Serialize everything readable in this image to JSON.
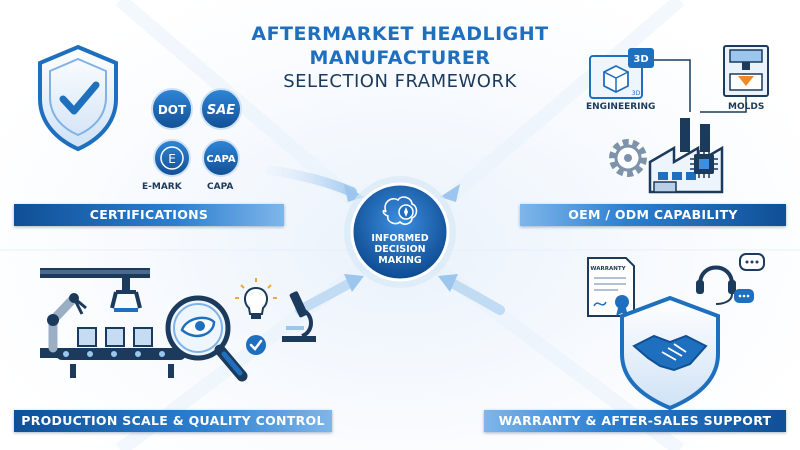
{
  "title": {
    "line1": "AFTERMARKET HEADLIGHT",
    "line2": "MANUFACTURER",
    "line3": "SELECTION FRAMEWORK"
  },
  "center": {
    "line1": "INFORMED",
    "line2": "DECISION",
    "line3": "MAKING"
  },
  "sections": {
    "certifications": {
      "banner": "CERTIFICATIONS",
      "badges": {
        "dot": "DOT",
        "sae": "SAE",
        "emark_symbol": "E",
        "capa": "CAPA"
      },
      "labels": {
        "emark": "E-MARK",
        "capa": "CAPA"
      }
    },
    "oem_odm": {
      "banner": "OEM / ODM CAPABILITY",
      "labels": {
        "engineering": "ENGINEERING",
        "molds": "MOLDS",
        "threed": "3D",
        "threed_small": "3D"
      }
    },
    "production": {
      "banner": "PRODUCTION SCALE & QUALITY CONTROL"
    },
    "warranty": {
      "banner": "WARRANTY & AFTER-SALES SUPPORT",
      "labels": {
        "warranty_doc": "WARRANTY"
      }
    }
  },
  "colors": {
    "primary": "#1f6fbf",
    "dark": "#0f4f96",
    "navy": "#1b3a5c",
    "light": "#cfe3f7"
  },
  "icons": [
    "shield-check-icon",
    "factory-icon",
    "gear-icon",
    "microchip-icon",
    "blueprint-icon",
    "mold-press-icon",
    "brain-compass-icon",
    "robot-arm-icon",
    "conveyor-icon",
    "magnifier-headlight-icon",
    "lightbulb-icon",
    "microscope-icon",
    "checkmark-icon",
    "warranty-document-icon",
    "headset-icon",
    "chat-bubble-icon",
    "handshake-shield-icon"
  ]
}
